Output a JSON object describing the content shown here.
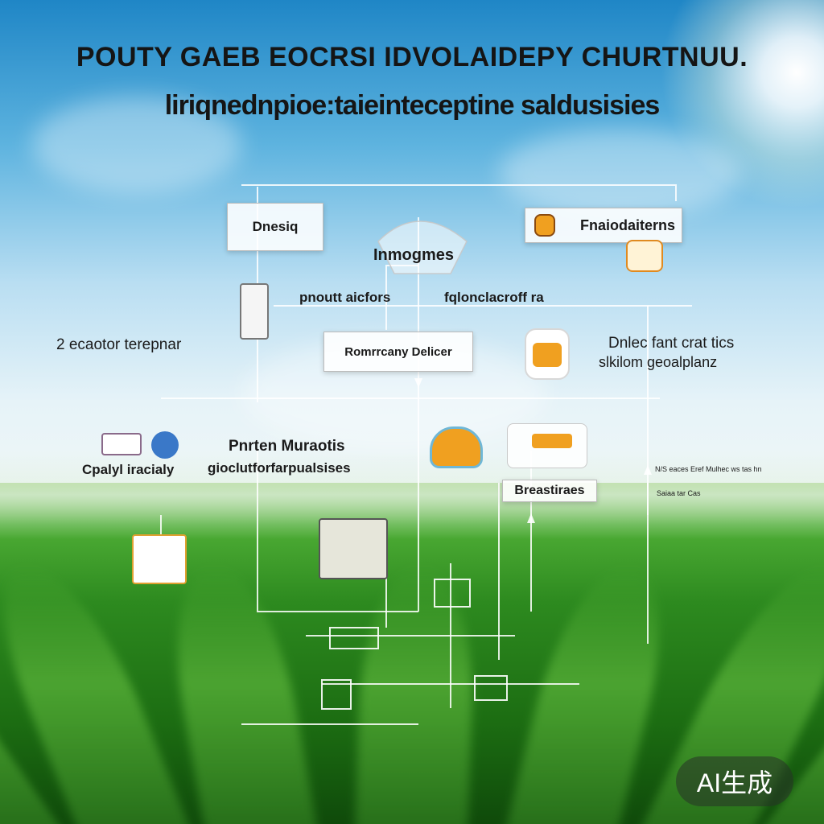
{
  "header": {
    "title_line1": "POUTY GAEB EOCRSI IDVOLAIDEPY  CHURTNUU.",
    "title_line2": "liriqnednpioe:taieinteceptine saldusisies"
  },
  "nodes": {
    "top_left_box": "Dnesiq",
    "center_top": "Inmogmes",
    "top_right_box": "Fnaiodaiterns",
    "mid_left_label": "pnoutt aicfors",
    "mid_right_label": "fqlonclacroff ra",
    "left_label": "2 ecaotor terepnar",
    "center_box": "Romrrcany Delicer",
    "right_label_line1": "Dnlec fant crat tics",
    "right_label_line2": "slkilom geoalplanz",
    "left_lower_label": "Cpalyl iracialy",
    "center_lower_line1": "Pnrten Muraotis",
    "center_lower_line2": "gioclutforfarpualsises",
    "right_lower_box": "Breastiraes",
    "far_right_small_line1": "N/S eaces Eref Mulhec ws tas hn",
    "far_right_small_line2": "Saiaa tar Cas"
  },
  "watermark": {
    "label": "AI生成"
  },
  "colors": {
    "accent_orange": "#f0a020",
    "accent_blue": "#3a78c8",
    "wire": "#ffffff"
  }
}
